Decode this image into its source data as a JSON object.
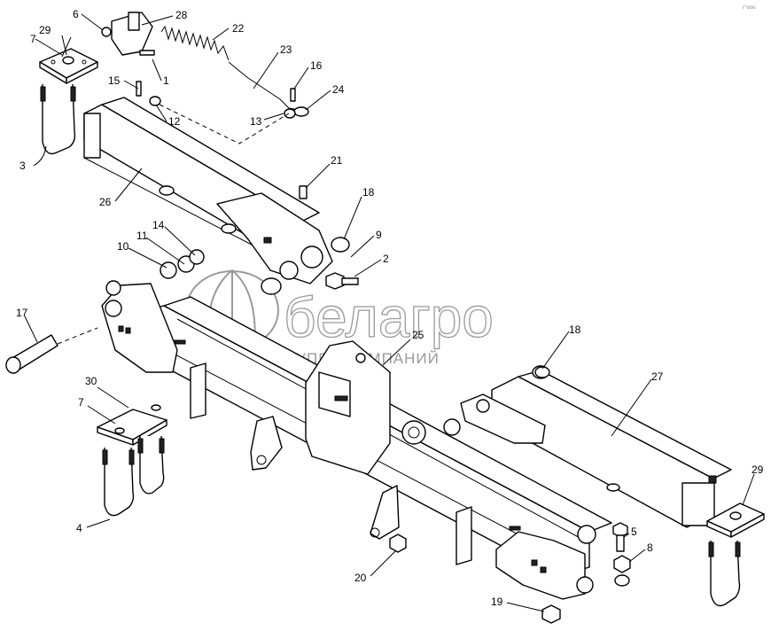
{
  "diagram": {
    "part_labels": [
      "1",
      "2",
      "3",
      "4",
      "5",
      "6",
      "7",
      "7",
      "8",
      "9",
      "10",
      "11",
      "12",
      "13",
      "14",
      "15",
      "16",
      "17",
      "18",
      "18",
      "19",
      "20",
      "21",
      "22",
      "23",
      "24",
      "25",
      "26",
      "27",
      "28",
      "29",
      "29",
      "30"
    ]
  },
  "watermark": {
    "brand": "белагро",
    "subtitle": "ГРУППА КОМПАНИЙ"
  },
  "corner_mark": "r°ooo"
}
